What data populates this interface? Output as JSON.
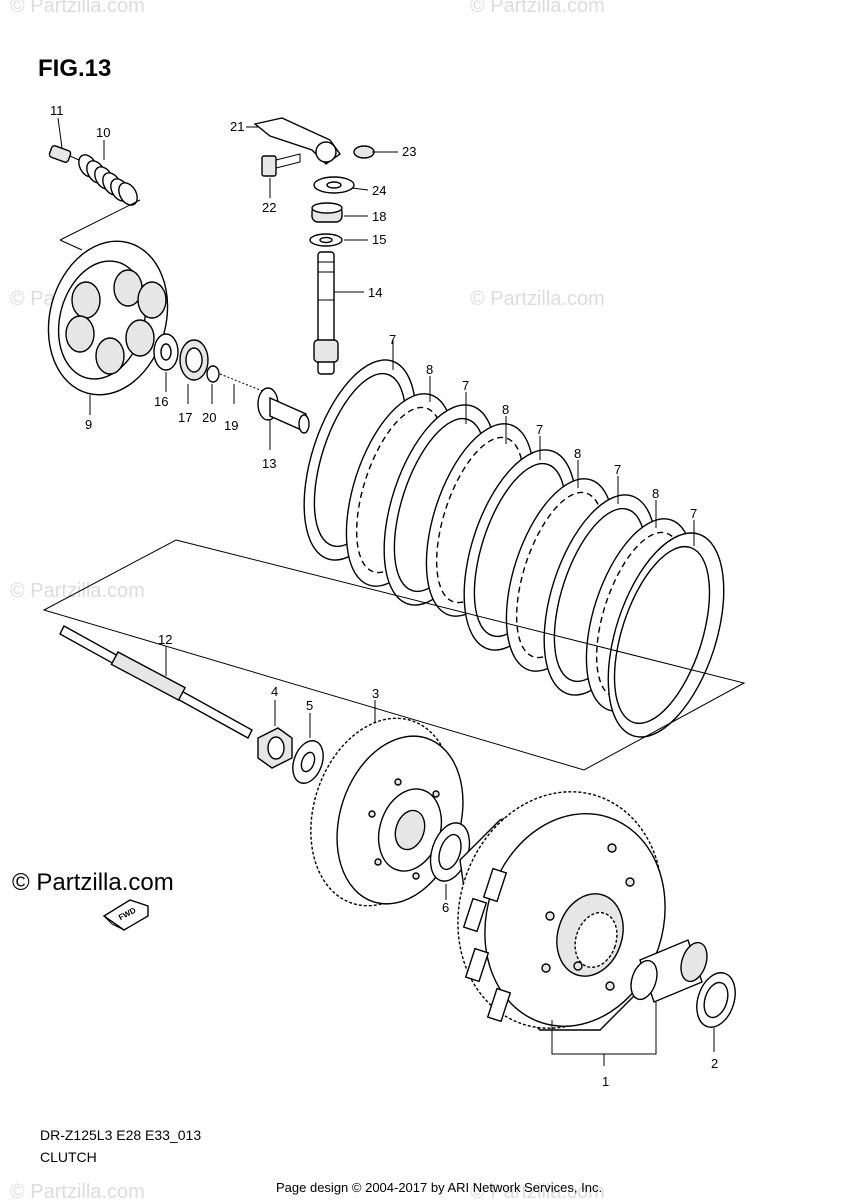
{
  "figure_title": "FIG.13",
  "watermark": "© Partzilla.com",
  "brand": "© Partzilla.com",
  "fwd_badge": "FWD",
  "model_code": "DR-Z125L3 E28 E33_013",
  "section_name": "CLUTCH",
  "footer": "Page design © 2004-2017 by ARI Network Services, Inc.",
  "callouts": [
    "1",
    "2",
    "3",
    "4",
    "5",
    "6",
    "7",
    "7",
    "7",
    "7",
    "7",
    "8",
    "8",
    "8",
    "8",
    "9",
    "10",
    "11",
    "12",
    "13",
    "14",
    "15",
    "16",
    "17",
    "18",
    "19",
    "20",
    "21",
    "22",
    "23",
    "24"
  ]
}
